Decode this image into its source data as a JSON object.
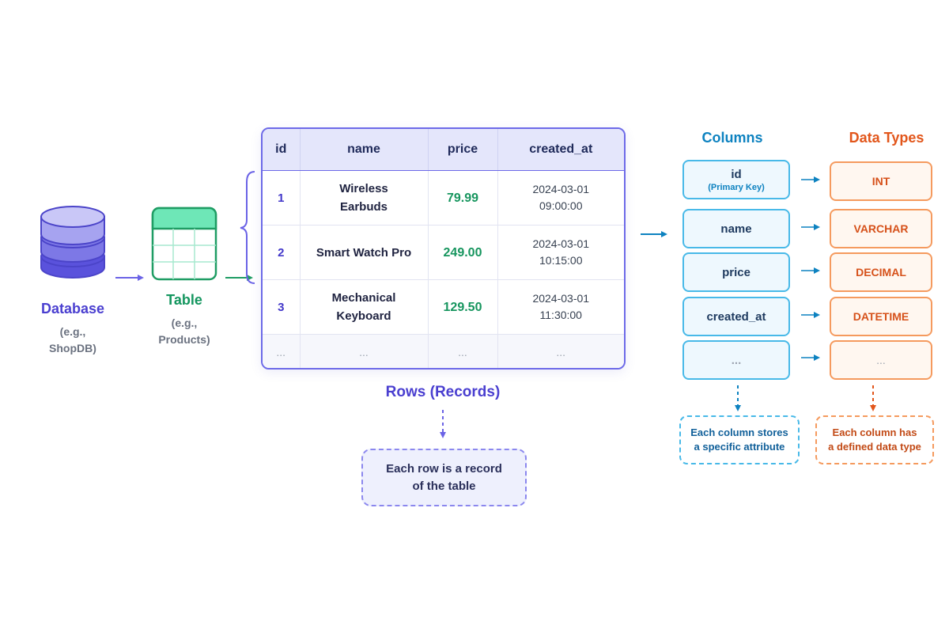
{
  "database": {
    "title": "Database",
    "subtitle_line1": "(e.g.,",
    "subtitle_line2": "ShopDB)"
  },
  "table": {
    "title": "Table",
    "subtitle_line1": "(e.g.,",
    "subtitle_line2": "Products)"
  },
  "data_table": {
    "headers": [
      "id",
      "name",
      "price",
      "created_at"
    ],
    "rows": [
      {
        "id": "1",
        "name_line1": "Wireless",
        "name_line2": "Earbuds",
        "price": "79.99",
        "date": "2024-03-01",
        "time": "09:00:00"
      },
      {
        "id": "2",
        "name_line1": "Smart Watch Pro",
        "name_line2": "",
        "price": "249.00",
        "date": "2024-03-01",
        "time": "10:15:00"
      },
      {
        "id": "3",
        "name_line1": "Mechanical",
        "name_line2": "Keyboard",
        "price": "129.50",
        "date": "2024-03-01",
        "time": "11:30:00"
      }
    ],
    "ellipsis": "..."
  },
  "rows_section": {
    "title": "Rows (Records)",
    "note_line1": "Each row is a record",
    "note_line2": "of the table"
  },
  "columns_section": {
    "title": "Columns",
    "items": [
      {
        "label": "id",
        "sub": "(Primary Key)"
      },
      {
        "label": "name"
      },
      {
        "label": "price"
      },
      {
        "label": "created_at"
      },
      {
        "label": "..."
      }
    ],
    "note_line1": "Each column stores",
    "note_line2": "a specific attribute"
  },
  "types_section": {
    "title": "Data Types",
    "items": [
      "INT",
      "VARCHAR",
      "DECIMAL",
      "DATETIME",
      "..."
    ],
    "note_line1": "Each column has",
    "note_line2": "a defined data type"
  },
  "colors": {
    "database": "#4a3fd0",
    "table": "#14965f",
    "rows": "#4a3fd0",
    "columns": "#0d82c0",
    "types": "#e2561b"
  },
  "icons": [
    "database-icon",
    "table-icon"
  ]
}
